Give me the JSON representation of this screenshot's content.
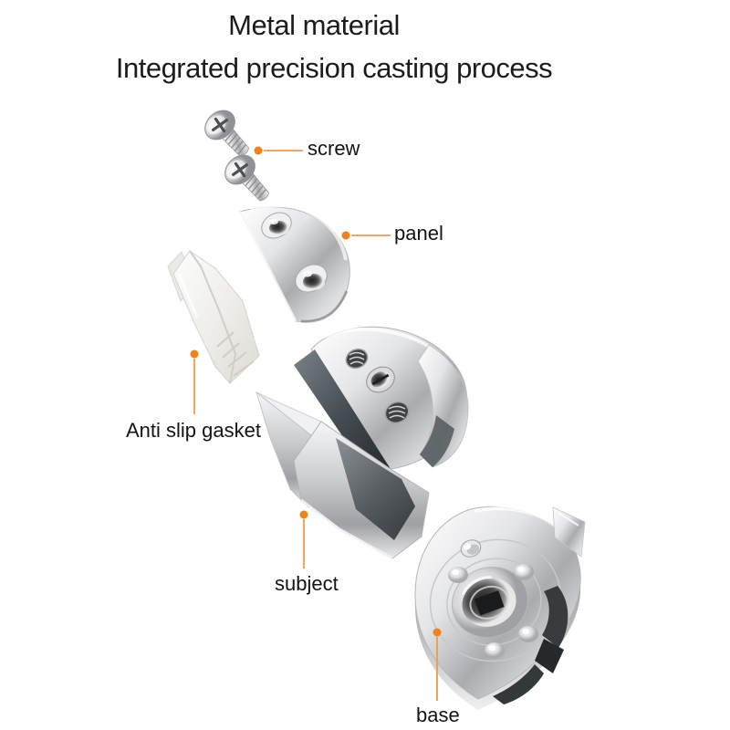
{
  "title": {
    "line1": "Metal material",
    "line2": "Integrated precision casting process"
  },
  "callouts": {
    "screw": "screw",
    "panel": "panel",
    "anti_slip_gasket": "Anti slip gasket",
    "subject": "subject",
    "base": "base"
  },
  "parts": [
    {
      "name": "screw-pair",
      "label": "screw"
    },
    {
      "name": "panel",
      "label": "panel"
    },
    {
      "name": "anti-slip-gasket",
      "label": "Anti slip gasket"
    },
    {
      "name": "subject-body",
      "label": "subject"
    },
    {
      "name": "base-plate",
      "label": "base"
    }
  ],
  "colors": {
    "accent_dot": "#EF8318",
    "leader_line": "#F2994A",
    "title_text": "#1C1C1C",
    "label_text": "#141414",
    "background": "#FFFFFF"
  }
}
